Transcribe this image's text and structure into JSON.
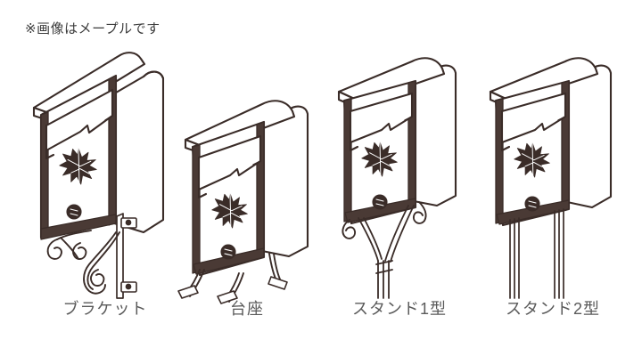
{
  "note": {
    "text": "※画像はメープルです"
  },
  "colors": {
    "background": "#ffffff",
    "note_text": "#3b3b3b",
    "label_text": "#5a5a5a",
    "line_dark": "#3a2c28",
    "line_mid": "#4a3a35",
    "fill_white": "#ffffff"
  },
  "figures": [
    {
      "id": "bracket",
      "label": "ブラケット",
      "mount_type": "wall-bracket",
      "emblem": "maple-leaf",
      "lock": "round-knob",
      "roof": "domed",
      "slot": "front-flap"
    },
    {
      "id": "pedestal",
      "label": "台座",
      "mount_type": "base-feet",
      "emblem": "maple-leaf",
      "lock": "round-knob",
      "roof": "domed",
      "slot": "front-flap"
    },
    {
      "id": "stand1",
      "label": "スタンド1型",
      "mount_type": "single-ornate-post",
      "emblem": "maple-leaf",
      "lock": "round-knob",
      "roof": "domed",
      "slot": "front-flap"
    },
    {
      "id": "stand2",
      "label": "スタンド2型",
      "mount_type": "two-straight-posts",
      "emblem": "maple-leaf",
      "lock": "round-knob",
      "roof": "domed",
      "slot": "front-flap"
    }
  ]
}
